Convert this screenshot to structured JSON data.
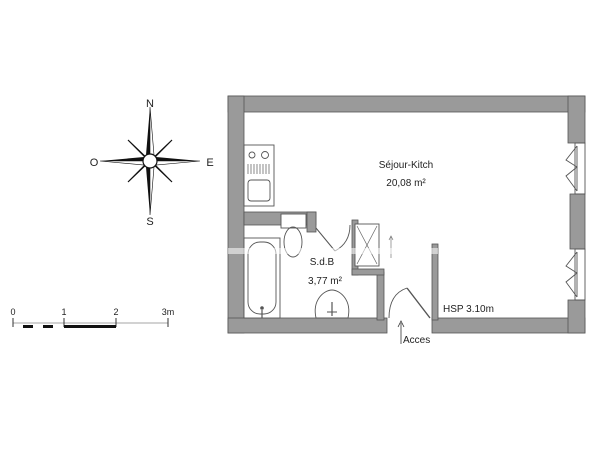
{
  "compass": {
    "north": "N",
    "south": "S",
    "east": "E",
    "west": "O"
  },
  "scale_bar": {
    "ticks": [
      "0",
      "1",
      "2",
      "3m"
    ]
  },
  "rooms": [
    {
      "name": "Séjour-Kitch",
      "area": "20,08 m²"
    },
    {
      "name": "S.d.B",
      "area": "3,77 m²"
    }
  ],
  "annotations": {
    "ceiling_height": "HSP 3.10m",
    "entrance": "Acces"
  },
  "colors": {
    "wall_fill": "#9a9a9a",
    "line": "#555555",
    "background": "#ffffff"
  }
}
